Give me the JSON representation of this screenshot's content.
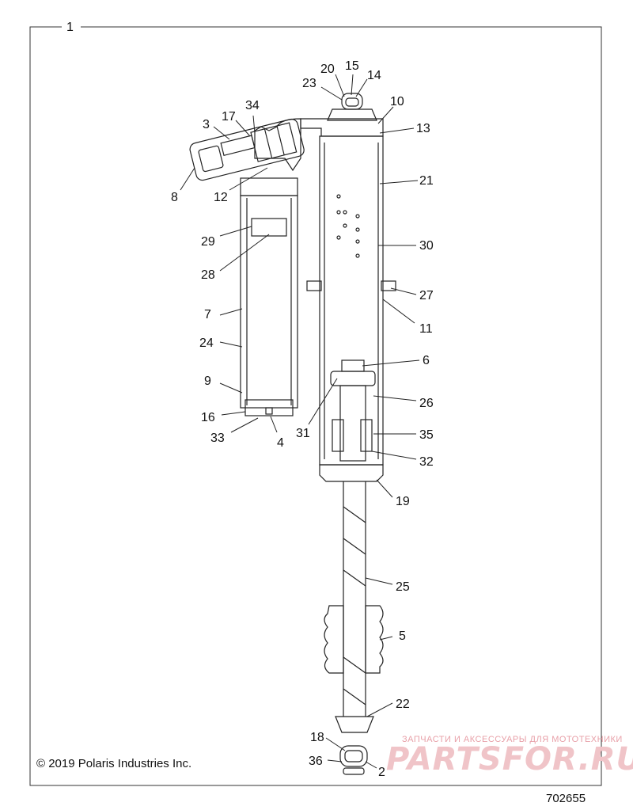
{
  "diagram": {
    "assembly_label": "1",
    "copyright": "© 2019 Polaris Industries Inc.",
    "drawing_number": "702655",
    "callouts": {
      "c20": "20",
      "c15": "15",
      "c14": "14",
      "c23": "23",
      "c10": "10",
      "c13": "13",
      "c3": "3",
      "c17": "17",
      "c34": "34",
      "c8": "8",
      "c12": "12",
      "c21": "21",
      "c29": "29",
      "c28": "28",
      "c30": "30",
      "c27": "27",
      "c11": "11",
      "c7": "7",
      "c24": "24",
      "c9": "9",
      "c16": "16",
      "c33": "33",
      "c4": "4",
      "c6": "6",
      "c26": "26",
      "c31": "31",
      "c35": "35",
      "c32": "32",
      "c19": "19",
      "c25": "25",
      "c5": "5",
      "c22": "22",
      "c18": "18",
      "c36": "36",
      "c2": "2"
    }
  },
  "watermark": {
    "tagline": "ЗАПЧАСТИ И АКСЕССУАРЫ ДЛЯ МОТОТЕХНИКИ",
    "logo_text": "PARTSFOR.RU",
    "color": "#e8a0a8"
  }
}
